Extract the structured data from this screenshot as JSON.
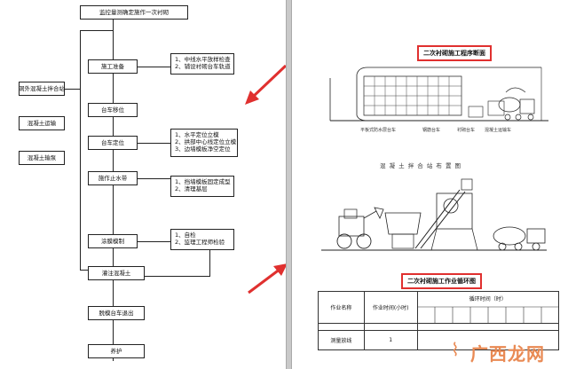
{
  "flowchart": {
    "top_title": "监控量测确定施作一次衬砌",
    "steps": {
      "prep": "施工准备",
      "move": "台车移位",
      "position": "台车定位",
      "waterstop": "施作止水带",
      "template": "涂膜模制",
      "pour": "灌注混凝土",
      "demold": "脱模台车退出",
      "cure": "养护"
    },
    "side_boxes": {
      "plant": "洞外混凝土拌合站",
      "transport": "混凝土运输",
      "pump": "混凝土输泵"
    },
    "notes": {
      "prep": [
        "1、中线水平放样检查",
        "2、铺设衬砌台车轨道"
      ],
      "position": [
        "1、水平定位立模",
        "2、拱部中心线定位立模",
        "3、边墙模板净空定位"
      ],
      "waterstop": [
        "1、挡墙模板固定成型",
        "2、清理基层"
      ],
      "template": [
        "1、自检",
        "2、监理工程师检验"
      ]
    }
  },
  "right": {
    "section1_title": "二次衬砌施工程序断面",
    "section1_labels": [
      "平板式防水层台车",
      "钢筋台车",
      "衬砌台车",
      "混凝土运输车"
    ],
    "section2_title": "混 凝 土 拌 合 站 布 置 图",
    "section3_title": "二次衬砌施工作业循环图",
    "table": {
      "headers": [
        "作业名称",
        "作业时间(小时)",
        "循环时间（时）"
      ],
      "row1": [
        "测量放线",
        "1"
      ]
    }
  },
  "watermark": "广西龙网",
  "colors": {
    "arrow": "#e0302f",
    "highlight_border": "#e0302f",
    "watermark": "#e98a54"
  }
}
